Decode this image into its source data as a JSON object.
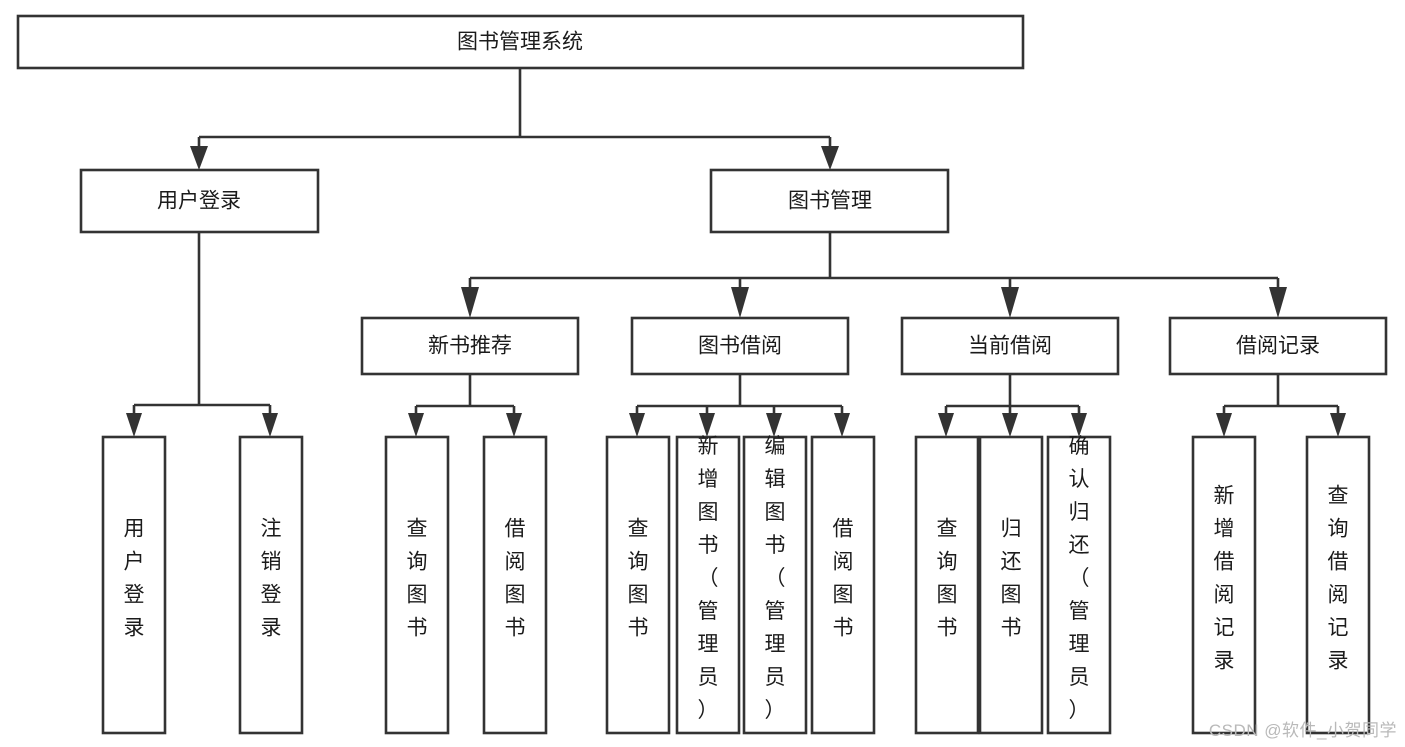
{
  "diagram": {
    "type": "hierarchy-tree",
    "title": "图书管理系统",
    "watermark": "CSDN @软件_小贺同学",
    "orientation": "top-down",
    "root": {
      "id": "root",
      "label": "图书管理系统",
      "orientation": "horizontal"
    },
    "level2": [
      {
        "id": "user-login",
        "label": "用户登录",
        "orientation": "horizontal"
      },
      {
        "id": "book-manage",
        "label": "图书管理",
        "orientation": "horizontal"
      }
    ],
    "level3": [
      {
        "id": "new-book-rec",
        "label": "新书推荐",
        "parent": "book-manage",
        "orientation": "horizontal"
      },
      {
        "id": "book-borrow",
        "label": "图书借阅",
        "parent": "book-manage",
        "orientation": "horizontal"
      },
      {
        "id": "current-borrow",
        "label": "当前借阅",
        "parent": "book-manage",
        "orientation": "horizontal"
      },
      {
        "id": "borrow-record",
        "label": "借阅记录",
        "parent": "book-manage",
        "orientation": "horizontal"
      }
    ],
    "leaves": [
      {
        "id": "leaf-user-login",
        "label": "用户登录",
        "parent": "user-login",
        "orientation": "vertical"
      },
      {
        "id": "leaf-user-logout",
        "label": "注销登录",
        "parent": "user-login",
        "orientation": "vertical"
      },
      {
        "id": "leaf-query-book-1",
        "label": "查询图书",
        "parent": "new-book-rec",
        "orientation": "vertical"
      },
      {
        "id": "leaf-borrow-book-1",
        "label": "借阅图书",
        "parent": "new-book-rec",
        "orientation": "vertical"
      },
      {
        "id": "leaf-query-book-2",
        "label": "查询图书",
        "parent": "book-borrow",
        "orientation": "vertical"
      },
      {
        "id": "leaf-add-book",
        "label": "新增图书（管理员）",
        "parent": "book-borrow",
        "orientation": "vertical"
      },
      {
        "id": "leaf-edit-book",
        "label": "编辑图书（管理员）",
        "parent": "book-borrow",
        "orientation": "vertical"
      },
      {
        "id": "leaf-borrow-book-2",
        "label": "借阅图书",
        "parent": "book-borrow",
        "orientation": "vertical"
      },
      {
        "id": "leaf-query-book-3",
        "label": "查询图书",
        "parent": "current-borrow",
        "orientation": "vertical"
      },
      {
        "id": "leaf-return-book",
        "label": "归还图书",
        "parent": "current-borrow",
        "orientation": "vertical"
      },
      {
        "id": "leaf-confirm-return",
        "label": "确认归还（管理员）",
        "parent": "current-borrow",
        "orientation": "vertical"
      },
      {
        "id": "leaf-add-record",
        "label": "新增借阅记录",
        "parent": "borrow-record",
        "orientation": "vertical"
      },
      {
        "id": "leaf-query-record",
        "label": "查询借阅记录",
        "parent": "borrow-record",
        "orientation": "vertical"
      }
    ],
    "colors": {
      "background": "#ffffff",
      "box_fill": "#ffffff",
      "box_stroke": "#333333",
      "text": "#1b1b1b",
      "watermark": "#b9b9b9"
    }
  }
}
